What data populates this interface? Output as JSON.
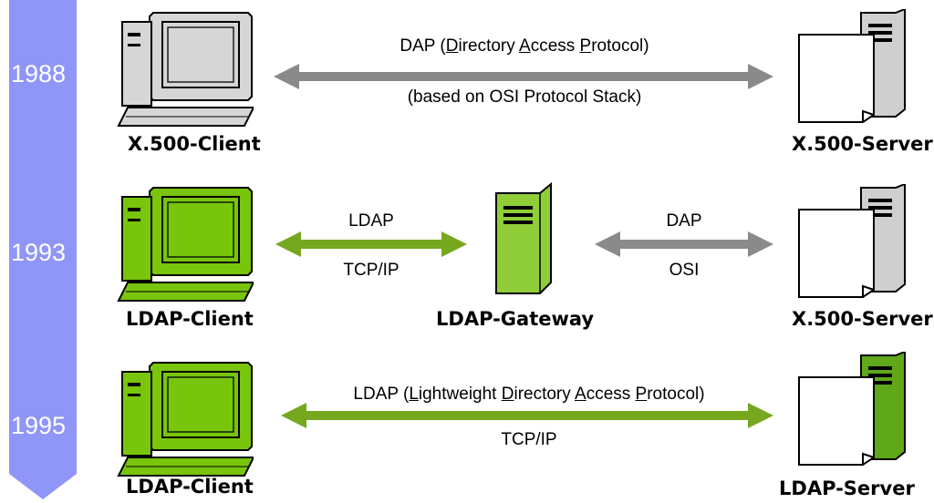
{
  "timeline": {
    "years": [
      "1988",
      "1993",
      "1995"
    ],
    "color": "#8f96f8"
  },
  "colors": {
    "gray_arrow": "#8a8a8a",
    "green_arrow": "#76a81f",
    "green_device": "#78c50c",
    "gray_device": "#d6d6d6"
  },
  "rows": [
    {
      "client_label": "X.500-Client",
      "server_label": "X.500-Server",
      "link_top": [
        {
          "t": "DAP ("
        },
        {
          "t": "D",
          "u": true
        },
        {
          "t": "irectory "
        },
        {
          "t": "A",
          "u": true
        },
        {
          "t": "ccess "
        },
        {
          "t": "P",
          "u": true
        },
        {
          "t": "rotocol)"
        }
      ],
      "link_bottom": "(based on OSI Protocol Stack)"
    },
    {
      "client_label": "LDAP-Client",
      "gateway_label": "LDAP-Gateway",
      "server_label": "X.500-Server",
      "left_link_top": "LDAP",
      "left_link_bottom": "TCP/IP",
      "right_link_top": "DAP",
      "right_link_bottom": "OSI"
    },
    {
      "client_label": "LDAP-Client",
      "server_label": "LDAP-Server",
      "link_top": [
        {
          "t": "LDAP ("
        },
        {
          "t": "L",
          "u": true
        },
        {
          "t": "ightweight "
        },
        {
          "t": "D",
          "u": true
        },
        {
          "t": "irectory "
        },
        {
          "t": "A",
          "u": true
        },
        {
          "t": "ccess "
        },
        {
          "t": "P",
          "u": true
        },
        {
          "t": "rotocol)"
        }
      ],
      "link_bottom": "TCP/IP"
    }
  ]
}
